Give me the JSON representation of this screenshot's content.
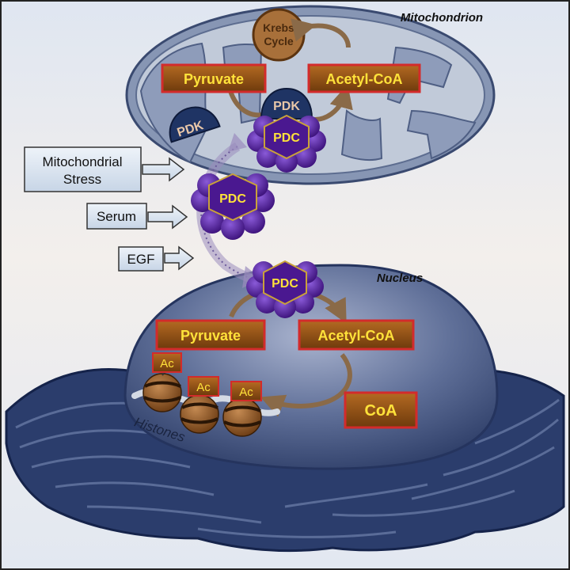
{
  "labels": {
    "mitochondrion": "Mitochondrion",
    "nucleus": "Nucleus",
    "histones": "Histones"
  },
  "mito": {
    "krebs_line1": "Krebs",
    "krebs_line2": "Cycle",
    "pyruvate": "Pyruvate",
    "acetyl_coa": "Acetyl-CoA",
    "pdk_inner": "PDK",
    "pdk_left": "PDK",
    "pdc": "PDC"
  },
  "signals": {
    "stress_line1": "Mitochondrial",
    "stress_line2": "Stress",
    "serum": "Serum",
    "egf": "EGF"
  },
  "cytosol": {
    "pdc": "PDC"
  },
  "nucleus": {
    "pdc": "PDC",
    "pyruvate": "Pyruvate",
    "acetyl_coa": "Acetyl-CoA",
    "coa": "CoA",
    "acetyl_marks": [
      "Ac",
      "Ac",
      "Ac"
    ]
  },
  "colors": {
    "box_fill": "#8a4a12",
    "box_border": "#d32b2b",
    "box_text": "#ffe23a",
    "pdc_purple": "#4a1890",
    "pdk_navy": "#1f3464",
    "krebs": "#a8703a",
    "er_navy": "#2c3e6e",
    "signal_box": "#d8e4f0"
  }
}
